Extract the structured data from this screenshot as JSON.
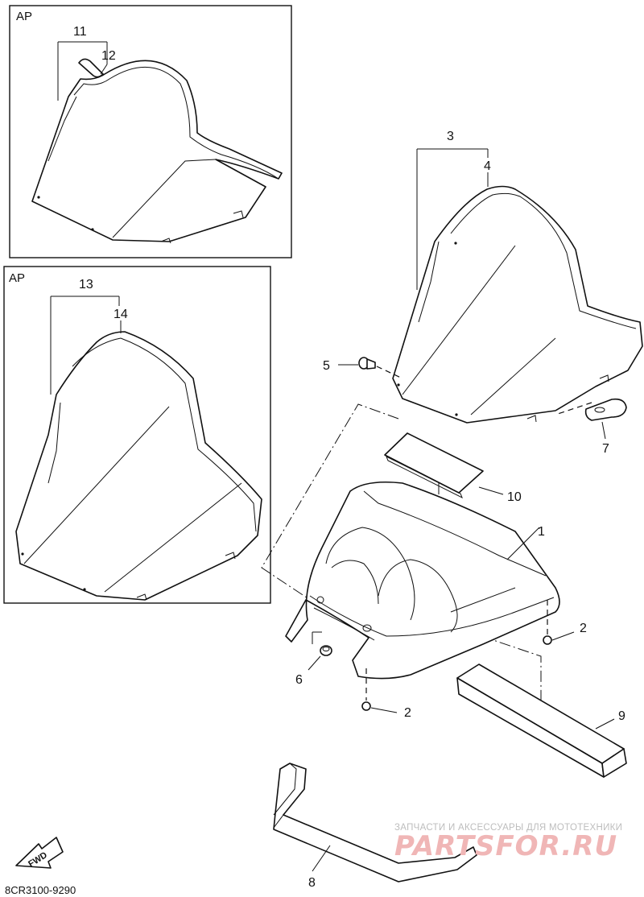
{
  "panels": [
    {
      "tag": "AP",
      "parts": [
        "11",
        "12"
      ]
    },
    {
      "tag": "AP",
      "parts": [
        "13",
        "14"
      ]
    }
  ],
  "callouts": {
    "p1": "1",
    "p2a": "2",
    "p2b": "2",
    "p3": "3",
    "p4": "4",
    "p5": "5",
    "p6": "6",
    "p7": "7",
    "p8": "8",
    "p9": "9",
    "p10": "10",
    "p11": "11",
    "p12": "12",
    "p13": "13",
    "p14": "14"
  },
  "fwd_label": "FWD",
  "drawing_code": "8CR3100-9290",
  "watermark": {
    "subtitle": "ЗАПЧАСТИ И АКСЕССУАРЫ ДЛЯ МОТОТЕХНИКИ",
    "brand_left": "PARTS",
    "brand_right": "FOR.RU",
    "brand_color": "#f0b6b6"
  }
}
